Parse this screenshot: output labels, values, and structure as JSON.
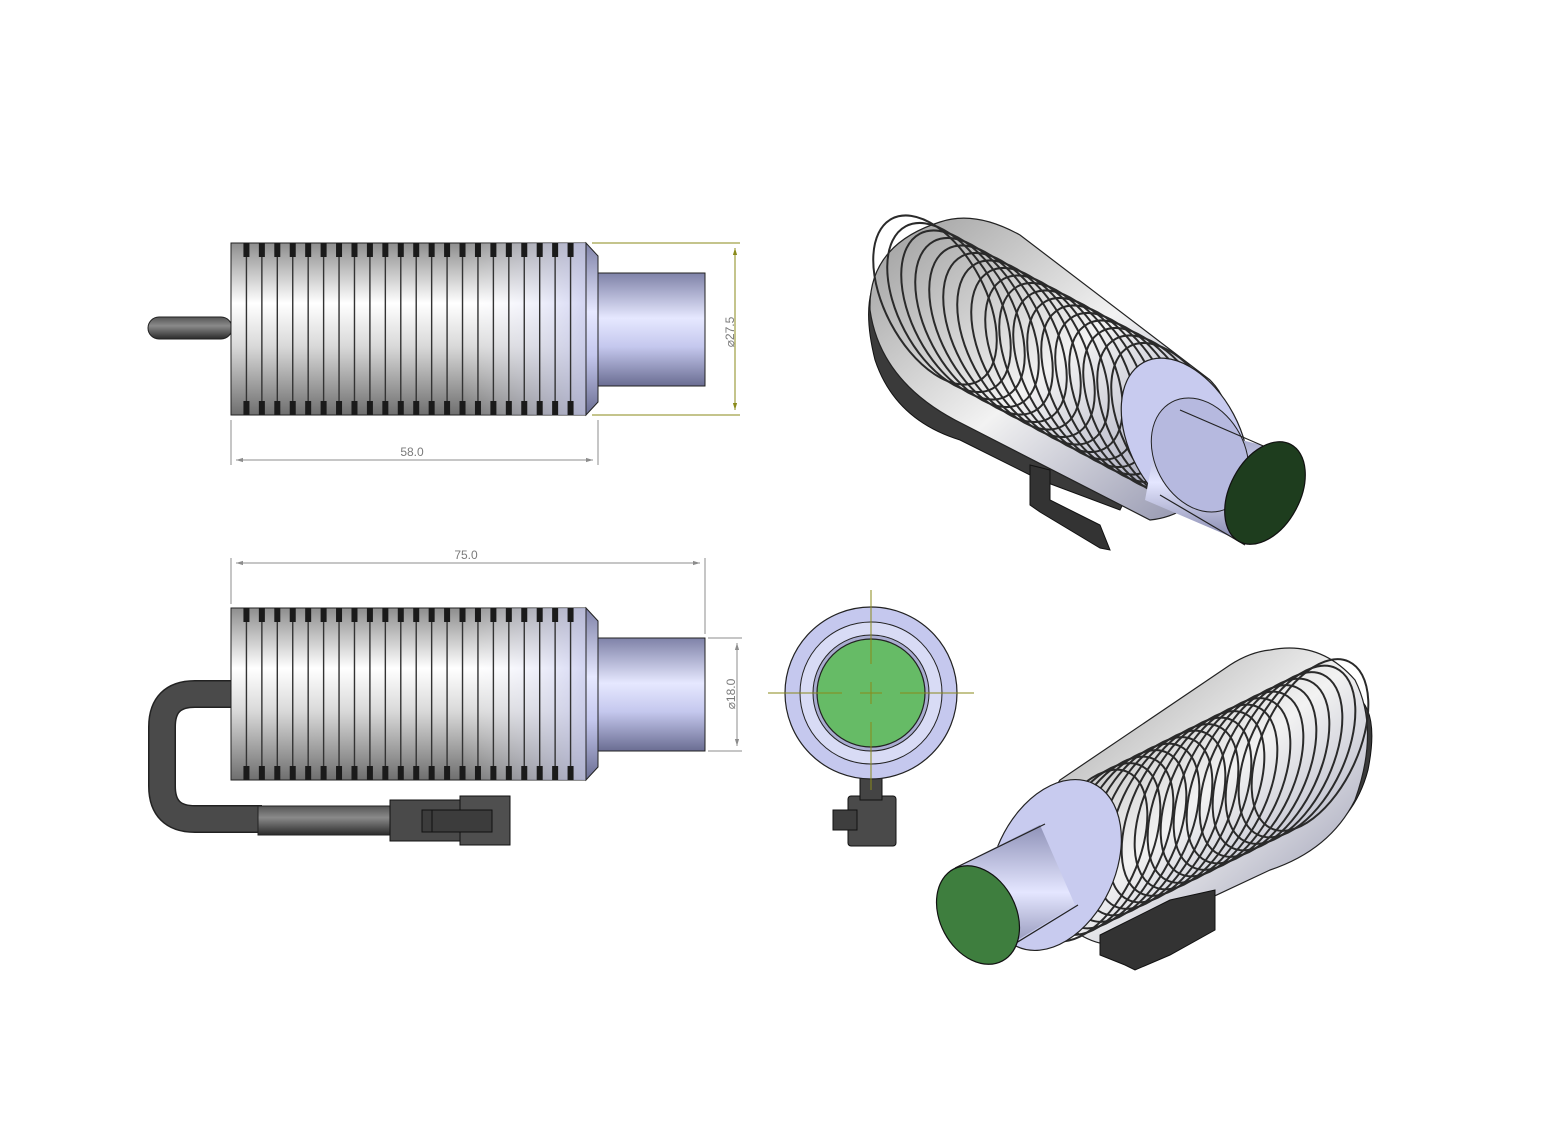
{
  "drawing": {
    "views": {
      "side_top": {
        "dimensions": {
          "diameter_label": "⌀27.5",
          "length_label": "58.0"
        }
      },
      "side_bottom": {
        "dimensions": {
          "length_label": "75.0",
          "diameter_label": "⌀18.0"
        }
      },
      "front": {},
      "iso_top": {},
      "iso_bottom": {}
    },
    "colors": {
      "body_light": "#ffffff",
      "body_mid": "#c9c9c9",
      "body_blue": "#c5c8ee",
      "fin_gap": "#1a1a1a",
      "cable": "#3a3a3a",
      "lens_green": "#66bb66",
      "lens_dark_green": "#1e3d1e",
      "dimension_olive": "#8a8a1a",
      "dimension_gray": "#8c8c8c"
    }
  }
}
